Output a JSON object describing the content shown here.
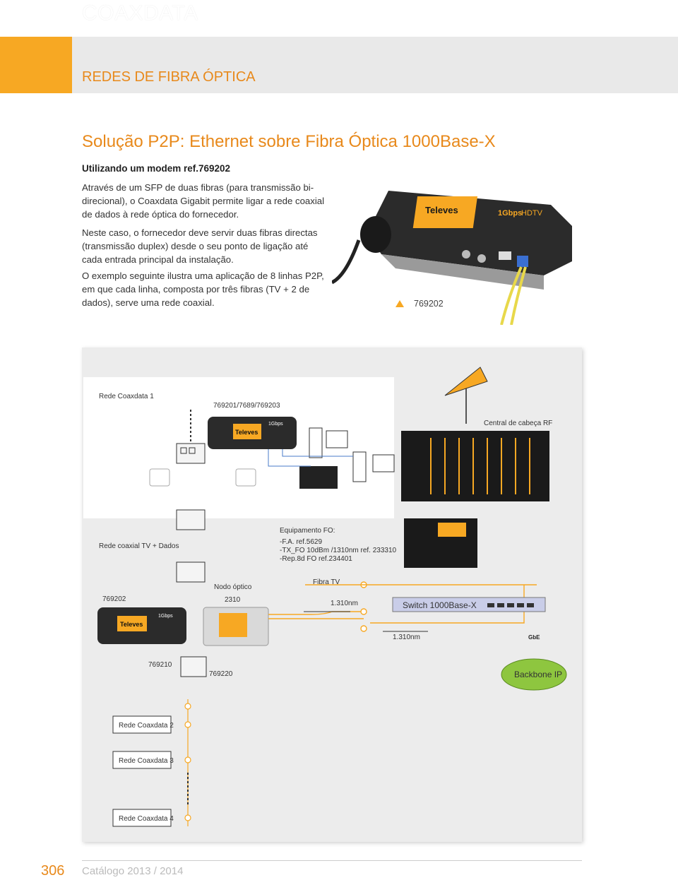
{
  "header": {
    "brand": "COAXDATA",
    "section": "REDES DE FIBRA ÓPTICA"
  },
  "content": {
    "title": "Solução P2P: Ethernet sobre Fibra Óptica 1000Base-X",
    "subtitle": "Utilizando um modem ref.769202",
    "paragraph1": "Através de um SFP de duas fibras (para transmissão bi-direcional), o Coaxdata Gigabit permite ligar a rede coaxial de dados à rede óptica do fornecedor.",
    "paragraph2": "Neste caso, o fornecedor deve servir duas fibras directas (transmissão duplex) desde o seu ponto de ligação até cada entrada principal da instalação.",
    "paragraph3": "O exemplo seguinte ilustra uma aplicação de 8 linhas P2P, em que cada linha, composta por três fibras (TV + 2 de dados), serve uma rede coaxial.",
    "photo_caption": "769202"
  },
  "device": {
    "brand": "Televes",
    "speed": "1Gbps",
    "speed_suffix": "HDTV"
  },
  "diagram": {
    "rede1": "Rede Coaxdata 1",
    "models": "769201/7689/769203",
    "headend": "Central de cabeça RF",
    "rede_coaxial": "Rede coaxial TV + Dados",
    "equip_title": "Equipamento FO:",
    "equip_line1": "-F.A. ref.5629",
    "equip_line2": "-TX_FO 10dBm /1310nm ref.  233310",
    "equip_line3": "-Rep.8d FO ref.234401",
    "modem_ref": "769202",
    "nodo": "Nodo óptico",
    "nodo_ref": "2310",
    "fibra_tv": "Fibra TV",
    "nm1": "1.310nm",
    "nm2": "1.310nm",
    "switch": "Switch 1000Base-X",
    "gbe": "GbE",
    "backbone": "Backbone IP",
    "ref_769210": "769210",
    "ref_769220": "769220",
    "rede2": "Rede Coaxdata 2",
    "rede3": "Rede Coaxdata 3",
    "rede4": "Rede Coaxdata 4"
  },
  "footer": {
    "page": "306",
    "catalog": "Catálogo 2013 / 2014"
  },
  "colors": {
    "accent": "#e8891b",
    "fiber": "#f7a823",
    "switch": "#c9cde8"
  }
}
